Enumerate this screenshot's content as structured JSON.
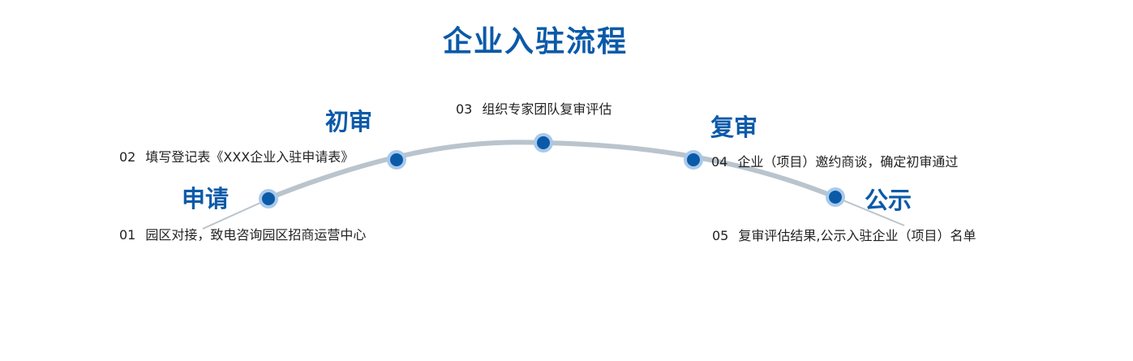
{
  "title": "企业入驻流程",
  "stages": [
    {
      "label": "申请"
    },
    {
      "label": "初审"
    },
    {
      "label": "复审"
    },
    {
      "label": "公示"
    }
  ],
  "steps": [
    {
      "num": "01",
      "text": "园区对接，致电咨询园区招商运营中心"
    },
    {
      "num": "02",
      "text": "填写登记表《XXX企业入驻申请表》"
    },
    {
      "num": "03",
      "text": "组织专家团队复审评估"
    },
    {
      "num": "04",
      "text": "企业（项目）邀约商谈，确定初审通过"
    },
    {
      "num": "05",
      "text": "复审评估结果,公示入驻企业（项目）名单"
    }
  ],
  "colors": {
    "title": "#0b5aa8",
    "node_fill": "#0b5aa8",
    "node_halo": "#a9c9ea",
    "arc": "#b9c4cd",
    "text": "#222222"
  }
}
